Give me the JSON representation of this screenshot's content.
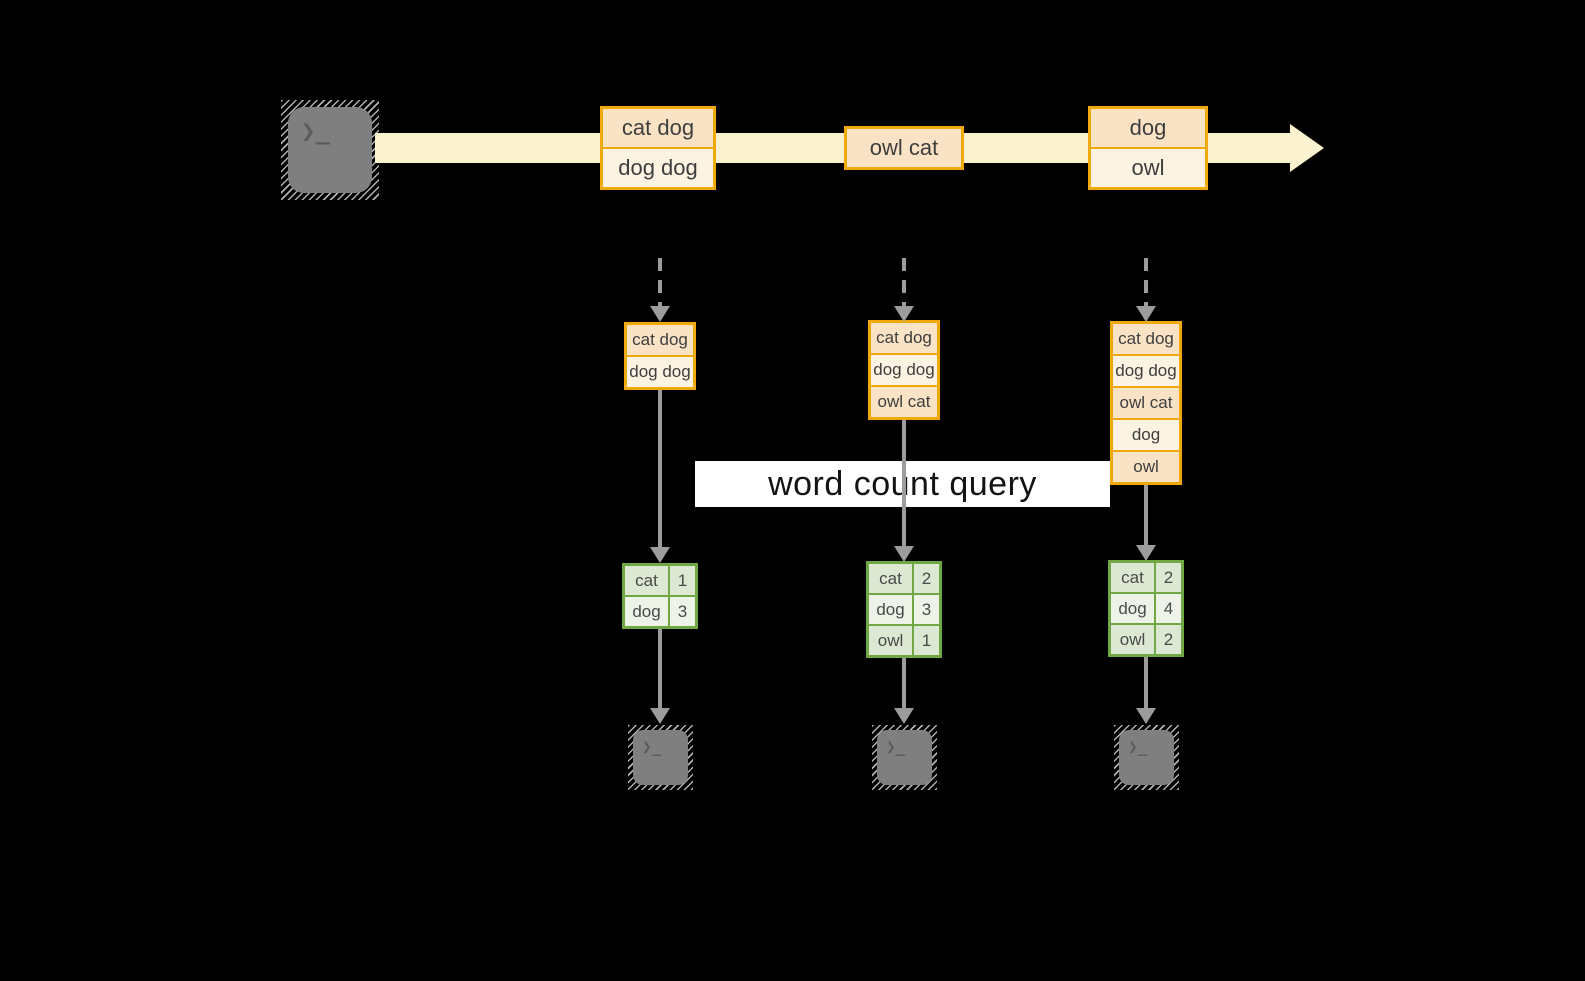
{
  "title_banner": {
    "label": "word count query"
  },
  "icons": {
    "terminal_prompt": "❯_"
  },
  "colors": {
    "background": "#000000",
    "band": "#fbf2cf",
    "orange_border": "#f0a90b",
    "peach_fill": "#fae3c5",
    "cream_fill": "#fdf3e3",
    "green_border": "#70a845",
    "green_fill_dark": "#dde8d2",
    "green_fill_light": "#eef3e8",
    "arrow_gray": "#9c9c9c",
    "terminal_gray": "#7f7f7f",
    "banner_bg": "#ffffff",
    "text_dark": "#3e3e3e"
  },
  "stream": {
    "batches": [
      {
        "items": [
          "cat dog",
          "dog dog"
        ]
      },
      {
        "items": [
          "owl cat"
        ]
      },
      {
        "items": [
          "dog",
          "owl"
        ]
      }
    ]
  },
  "micro_batches": [
    {
      "items": [
        "cat dog",
        "dog dog"
      ]
    },
    {
      "items": [
        "cat dog",
        "dog dog",
        "owl cat"
      ]
    },
    {
      "items": [
        "cat dog",
        "dog dog",
        "owl cat",
        "dog",
        "owl"
      ]
    }
  ],
  "word_counts": [
    {
      "rows": [
        {
          "word": "cat",
          "count": "1"
        },
        {
          "word": "dog",
          "count": "3"
        }
      ]
    },
    {
      "rows": [
        {
          "word": "cat",
          "count": "2"
        },
        {
          "word": "dog",
          "count": "3"
        },
        {
          "word": "owl",
          "count": "1"
        }
      ]
    },
    {
      "rows": [
        {
          "word": "cat",
          "count": "2"
        },
        {
          "word": "dog",
          "count": "4"
        },
        {
          "word": "owl",
          "count": "2"
        }
      ]
    }
  ]
}
